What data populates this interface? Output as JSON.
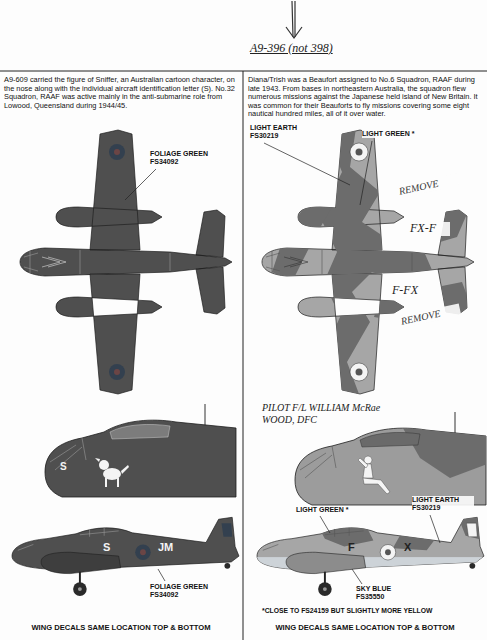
{
  "diagram": {
    "title": "A9-396 (not 398)",
    "labels": [
      "A9-609 carried the figure of Sniffer, an Australian cartoon character, on the nose along with the individual aircraft identification letter (S). No.32 Squadron, RAAF was active mainly in the anti-submarine role from Lowood, Queensland during 1944/45.",
      "Diana/Trish was a Beaufort assigned to No.6 Squadron, RAAF during late 1943. From bases in northeastern Australia, the squadron flew numerous missions against the Japanese held island of New Britain. It was common for their Beauforts to fly missions covering some eight nautical hundred miles, all of it over water.",
      "FOLIAGE GREEN FS34092",
      "LIGHT EARTH FS30219",
      "LIGHT GREEN *",
      "REMOVE",
      "FX-F",
      "F-FX",
      "REMOVE",
      "S",
      "PILOT F/L WILLIAM McRae WOOD, DFC",
      "S",
      "JM",
      "F",
      "X",
      "FOLIAGE GREEN FS34092",
      "LIGHT EARTH FS30219",
      "LIGHT GREEN *",
      "SKY BLUE FS35550",
      "*CLOSE TO FS24159 BUT SLIGHTLY MORE YELLOW",
      "WING DECALS SAME LOCATION TOP & BOTTOM",
      "WING DECALS SAME LOCATION TOP & BOTTOM"
    ]
  }
}
